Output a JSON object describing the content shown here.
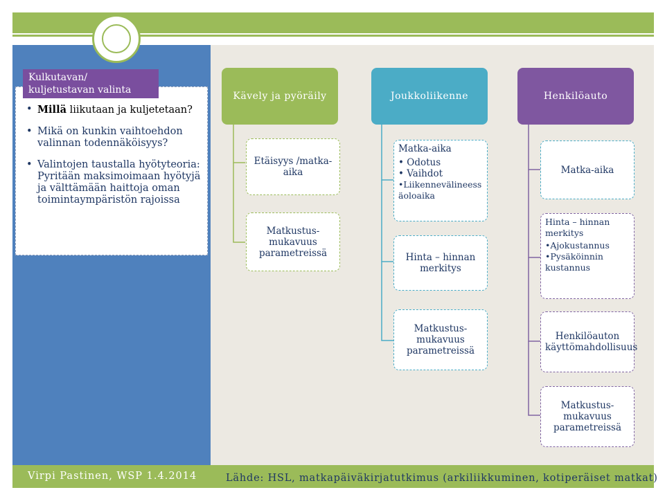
{
  "sidebar": {
    "label": "Kulkutavan/ kuljetustavan valinta",
    "bullet1_strong": "Millä",
    "bullet1_rest": " liikutaan ja kuljetetaan?",
    "bullet2": "Mikä on kunkin vaihtoehdon valinnan todennäköisyys?",
    "bullet3": "Valintojen taustalla hyötyteoria: Pyritään maksimoimaan hyötyjä ja välttämään haittoja oman toimintaympäristön rajoissa"
  },
  "columns": {
    "walk": {
      "header": "Kävely ja pyöräily",
      "card1": "Etäisyys /matka-aika",
      "card2": "Matkustus-mukavuus parametreissä"
    },
    "transit": {
      "header": "Joukkoliikenne",
      "card1_title": "Matka-aika",
      "card1_items": [
        "Odotus",
        "Vaihdot",
        "Liikennevälineessäoloaika"
      ],
      "card2": "Hinta – hinnan merkitys",
      "card3": "Matkustus-mukavuus parametreissä"
    },
    "car": {
      "header": "Henkilöauto",
      "card1": "Matka-aika",
      "card2_title": "Hinta – hinnan merkitys",
      "card2_items": [
        "Ajokustannus",
        "Pysäköinnin kustannus"
      ],
      "card3": "Henkilöauton käyttömahdollisuus",
      "card4": "Matkustus-mukavuus parametreissä"
    }
  },
  "footer": {
    "author": "Virpi Pastinen, WSP 1.4.2014",
    "source": "Lähde: HSL, matkapäiväkirjatutkimus (arkiliikkuminen, kotiperäiset matkat)"
  },
  "colors": {
    "green": "#9bbb59",
    "blue_panel": "#4f81bd",
    "teal": "#4bacc6",
    "purple": "#7f57a0"
  }
}
